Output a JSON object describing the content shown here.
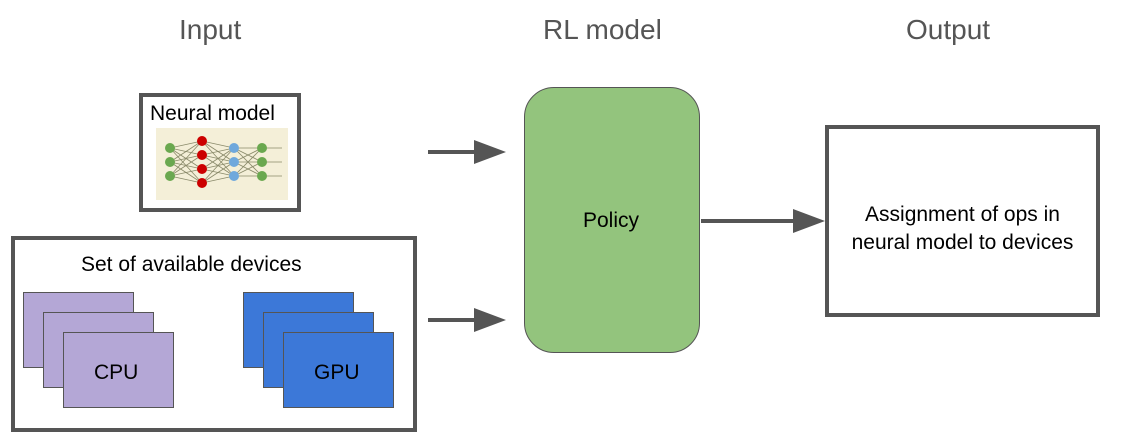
{
  "headers": {
    "input": "Input",
    "rl_model": "RL model",
    "output": "Output"
  },
  "neural_model": {
    "label": "Neural model"
  },
  "devices": {
    "label": "Set of available devices",
    "cpu_label": "CPU",
    "gpu_label": "GPU"
  },
  "policy": {
    "label": "Policy"
  },
  "output_box": {
    "line1": "Assignment of ops in",
    "line2": "neural model to devices"
  },
  "colors": {
    "policy_fill": "#93c47d",
    "cpu_fill": "#b4a7d6",
    "gpu_fill": "#3c78d8",
    "border": "#555555",
    "arrow": "#555555",
    "node_green": "#6aa84f",
    "node_red": "#cc0000",
    "node_blue": "#6fa8dc"
  }
}
